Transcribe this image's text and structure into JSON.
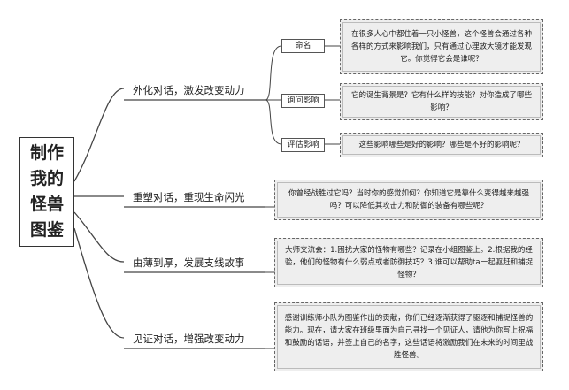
{
  "root": {
    "title": "制作我的怪兽图鉴"
  },
  "branches": [
    {
      "label": "外化对话，激发改变动力",
      "children": [
        {
          "label": "命名",
          "detail": "在很多人心中都住着一只小怪兽，这个怪兽会通过各种各样的方式来影响我们，只有通过心理放大镜才能发现它。你觉得它会是谁呢？"
        },
        {
          "label": "询问影响",
          "detail": "它的诞生背景是？它有什么样的技能？对你造成了哪些影响？"
        },
        {
          "label": "评估影响",
          "detail": "这些影响哪些是好的影响？哪些是不好的影响呢？"
        }
      ]
    },
    {
      "label": "重塑对话，重现生命闪光",
      "detail": "你曾经战胜过它吗？当时你的感觉如何？你知道它是靠什么变得越来越强吗？可以降低其攻击力和防御的装备有哪些呢？"
    },
    {
      "label": "由薄到厚，发展支线故事",
      "detail": "大师交流会：1.困扰大家的怪物有哪些？记录在小组图鉴上。2.根据我的经验，他们的怪物有什么弱点或者防御技巧？3.谁可以帮助ta一起驱赶和捕捉怪物？"
    },
    {
      "label": "见证对话，增强改变动力",
      "detail": "感谢训练师小队为图鉴作出的贡献，你们已经逐渐获得了驱逐和捕捉怪兽的能力。现在，请大家在班级里面为自己寻找一个见证人，请他为你写上祝福和鼓励的话语，并签上自己的名字，这些话语将激励我们在未来的时间里战胜怪兽。"
    }
  ]
}
